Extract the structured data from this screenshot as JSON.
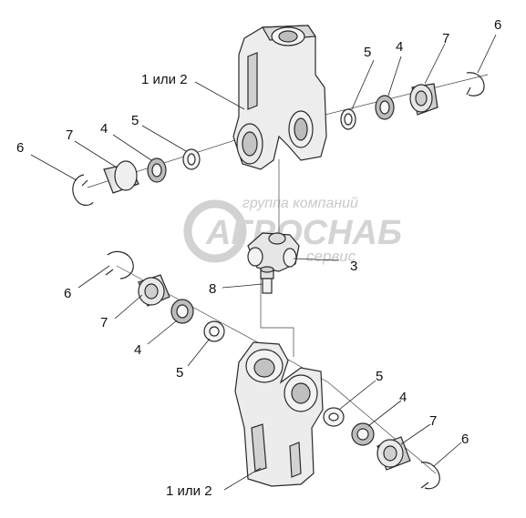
{
  "watermark": {
    "line1": "группа компаний",
    "brand": "АГРОСНАБ",
    "line3": "сервис"
  },
  "labels": [
    {
      "id": "yoke-top",
      "text": "1 или 2"
    },
    {
      "id": "yoke-bottom",
      "text": "1 или 2"
    },
    {
      "id": "cross",
      "text": "3"
    },
    {
      "id": "grease-fitting",
      "text": "8"
    },
    {
      "id": "ring-tr",
      "text": "6"
    },
    {
      "id": "cup-tr",
      "text": "7"
    },
    {
      "id": "seal-tr",
      "text": "4"
    },
    {
      "id": "washer-tr",
      "text": "5"
    },
    {
      "id": "ring-tl",
      "text": "6"
    },
    {
      "id": "cup-tl",
      "text": "7"
    },
    {
      "id": "seal-tl",
      "text": "4"
    },
    {
      "id": "washer-tl",
      "text": "5"
    },
    {
      "id": "ring-ml",
      "text": "6"
    },
    {
      "id": "cup-ml",
      "text": "7"
    },
    {
      "id": "seal-ml",
      "text": "4"
    },
    {
      "id": "washer-ml",
      "text": "5"
    },
    {
      "id": "washer-br",
      "text": "5"
    },
    {
      "id": "seal-br",
      "text": "4"
    },
    {
      "id": "cup-br",
      "text": "7"
    },
    {
      "id": "ring-br",
      "text": "6"
    }
  ],
  "colors": {
    "part_fill": "#efefef",
    "part_shade": "#c8c8c8",
    "outline": "#2a2a2a",
    "watermark": "#d0d0d0"
  }
}
